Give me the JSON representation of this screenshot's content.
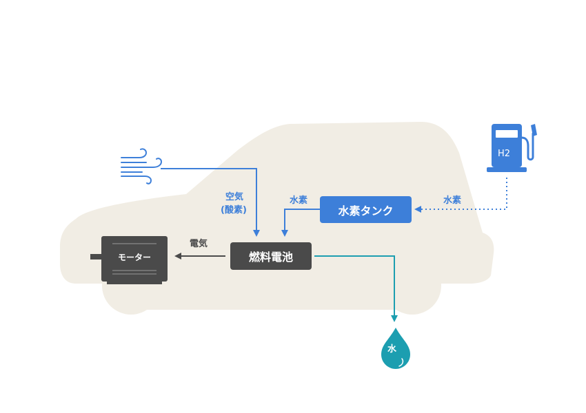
{
  "labels": {
    "air": "空気",
    "oxygen": "(酸素)",
    "hydrogen_left": "水素",
    "hydrogen_right": "水素",
    "electricity": "電気"
  },
  "components": {
    "hydrogen_tank": "水素タンク",
    "fuel_cell": "燃料電池",
    "motor": "モーター",
    "water": "水",
    "station": "H2"
  },
  "colors": {
    "car_body": "#f1ede4",
    "blue": "#3d7fd9",
    "dark": "#4a4a4a",
    "teal": "#1c9eb0"
  }
}
